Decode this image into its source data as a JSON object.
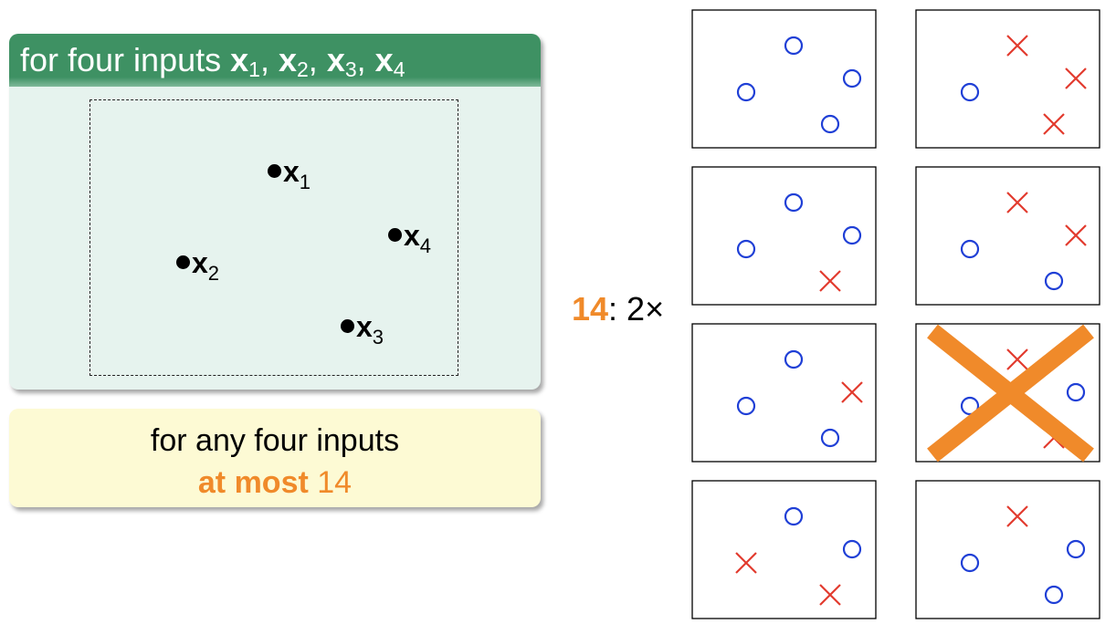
{
  "header": {
    "prefix": "for four inputs ",
    "var": "x",
    "subs": [
      "1",
      "2",
      "3",
      "4"
    ],
    "sep": ", "
  },
  "points": [
    {
      "var": "x",
      "sub": "1"
    },
    {
      "var": "x",
      "sub": "2"
    },
    {
      "var": "x",
      "sub": "3"
    },
    {
      "var": "x",
      "sub": "4"
    }
  ],
  "summary": {
    "line1": "for any four inputs",
    "bold": "at most",
    "value": "14"
  },
  "count": {
    "num": "14",
    "rest": ": 2×"
  },
  "colors": {
    "circle": "#1f3fd6",
    "cross": "#e23b2e",
    "veto": "#f08a2a",
    "header_green": "#3e9163"
  },
  "panels": [
    {
      "labels": [
        "o",
        "o",
        "o",
        "o"
      ],
      "vetoed": false
    },
    {
      "labels": [
        "x",
        "o",
        "x",
        "x"
      ],
      "vetoed": false
    },
    {
      "labels": [
        "o",
        "o",
        "x",
        "o"
      ],
      "vetoed": false
    },
    {
      "labels": [
        "x",
        "o",
        "o",
        "x"
      ],
      "vetoed": false
    },
    {
      "labels": [
        "o",
        "o",
        "o",
        "x"
      ],
      "vetoed": false
    },
    {
      "labels": [
        "x",
        "o",
        "x",
        "o"
      ],
      "vetoed": true
    },
    {
      "labels": [
        "o",
        "x",
        "x",
        "o"
      ],
      "vetoed": false
    },
    {
      "labels": [
        "x",
        "o",
        "o",
        "o"
      ],
      "vetoed": false
    }
  ]
}
